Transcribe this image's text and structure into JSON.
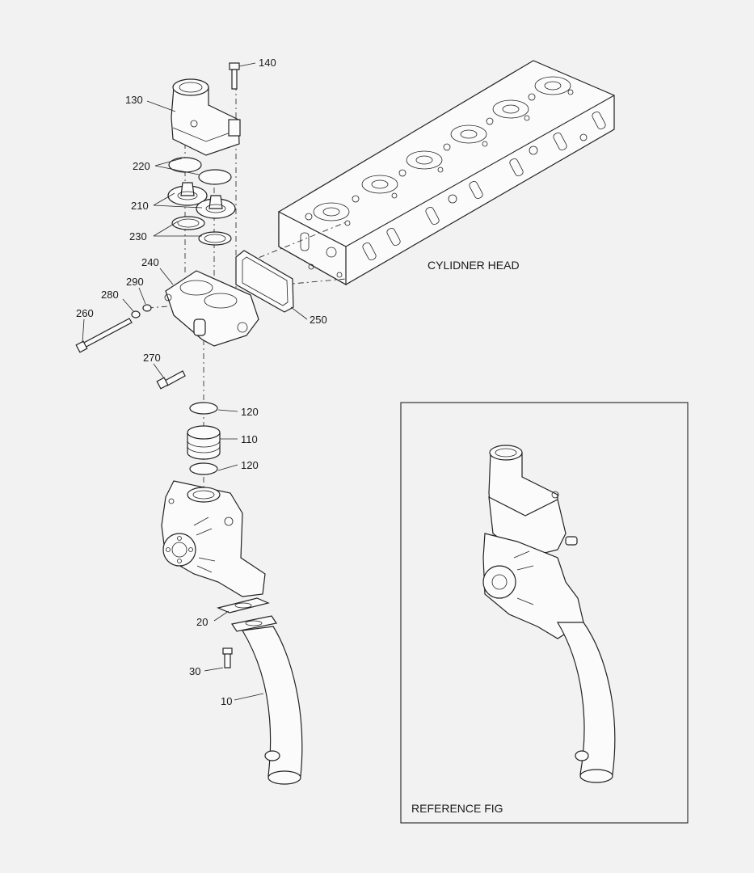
{
  "texts": {
    "cylinder_head": "CYLIDNER HEAD",
    "reference_fig": "REFERENCE FIG"
  },
  "callouts": {
    "c140": "140",
    "c130": "130",
    "c220": "220",
    "c210": "210",
    "c230": "230",
    "c240": "240",
    "c290": "290",
    "c280": "280",
    "c260": "260",
    "c250": "250",
    "c270": "270",
    "c120a": "120",
    "c110": "110",
    "c120b": "120",
    "c20": "20",
    "c30": "30",
    "c10": "10"
  },
  "colors": {
    "background": "#f2f2f2",
    "line": "#222222"
  }
}
